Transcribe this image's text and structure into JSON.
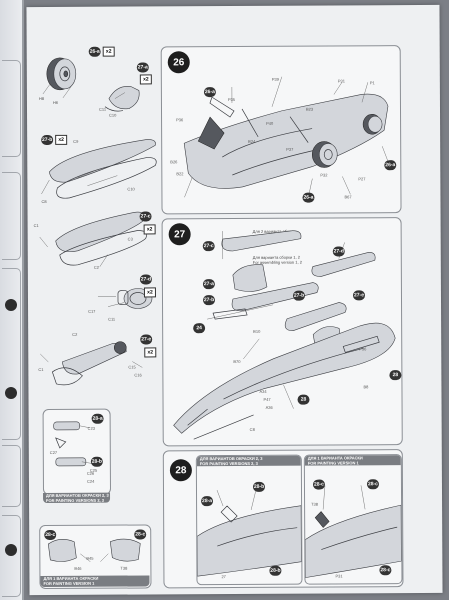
{
  "steps": {
    "s26": {
      "number": "26"
    },
    "s27": {
      "number": "27",
      "note_variant_2": "Для 2 варианта сборки",
      "note_variant_2_en": "For assembling version 2",
      "note_variants_12": "Для варианта сборки 1, 2",
      "note_variants_12_en": "For assembling version 1, 2"
    },
    "s28": {
      "number": "28",
      "left_header": "ДЛЯ ВАРИАНТОВ ОКРАСКИ 2, 3",
      "left_header_en": "FOR PAINTING VERSIONS 2, 3",
      "right_header": "ДЛЯ 1 ВАРИАНТА ОКРАСКИ",
      "right_header_en": "FOR PAINTING VERSION 1"
    }
  },
  "subassemblies": {
    "a": {
      "callout": "26-a",
      "qty": "x2",
      "parts": [
        "H8",
        "H6"
      ]
    },
    "b": {
      "callout": "27-a",
      "qty": "x2",
      "parts": [
        "C11",
        "C10"
      ]
    },
    "c": {
      "callout": "27-b",
      "qty": "x2",
      "parts": [
        "C9",
        "C10",
        "C8"
      ]
    },
    "d": {
      "callout": "27-c",
      "qty": "x2",
      "parts": [
        "C1",
        "C2",
        "C3"
      ]
    },
    "e": {
      "callout": "27-d",
      "qty": "x2",
      "parts": [
        "C17",
        "C11"
      ]
    },
    "f": {
      "callout": "27-e",
      "qty": "x2",
      "parts": [
        "C2",
        "C15",
        "C16",
        "C1"
      ]
    },
    "g": {
      "callout": "28-a",
      "parts": [
        "C23",
        "C27",
        "C25"
      ]
    },
    "h": {
      "callout": "28-b",
      "parts": [
        "C26",
        "C24"
      ],
      "header": "ДЛЯ ВАРИАНТОВ ОКРАСКИ 2, 3",
      "header_en": "FOR PAINTING VERSIONS 2, 3"
    },
    "i": {
      "callout": "28-c",
      "parts": [
        "B45",
        "B46",
        "T38"
      ],
      "header": "ДЛЯ 1 ВАРИАНТА ОКРАСКИ",
      "header_en": "FOR PAINTING VERSION 1"
    }
  },
  "step26_labels": [
    "26-a",
    "P36",
    "P35",
    "P40",
    "P39",
    "P37",
    "B26",
    "B22",
    "B24",
    "B23",
    "P31",
    "P1",
    "P27",
    "P32",
    "B67",
    "26-a",
    "26-a"
  ],
  "step27_labels": [
    "27-c",
    "27-d",
    "27-a",
    "27-b",
    "27-b",
    "27-e",
    "24",
    "B10",
    "B70",
    "P36",
    "B8",
    "A34",
    "P47",
    "A36",
    "C8",
    "28",
    "28"
  ],
  "step28_labels": [
    "28-a",
    "28-b",
    "28-c",
    "T38",
    "27",
    "P31"
  ]
}
